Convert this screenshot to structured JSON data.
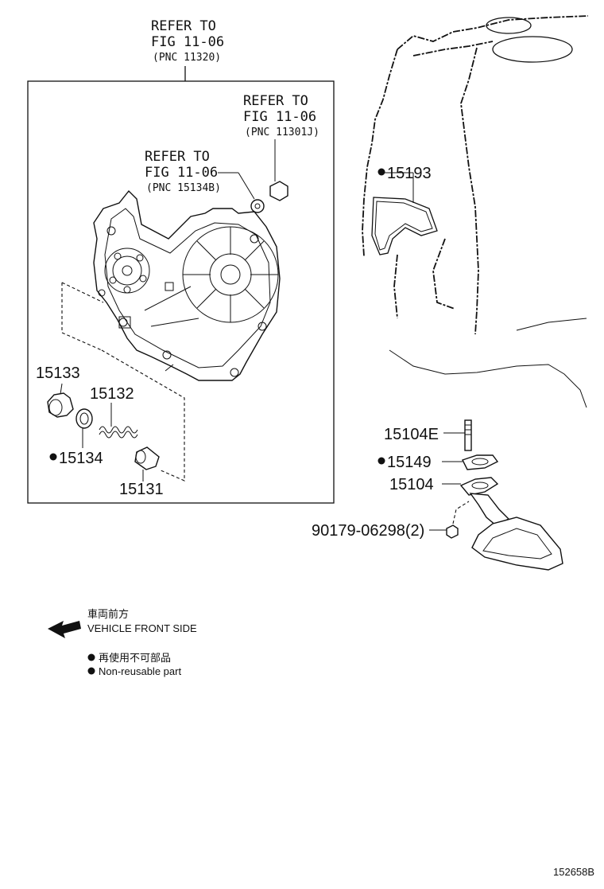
{
  "refs": [
    {
      "line1": "REFER TO",
      "line2": "FIG 11-06",
      "pnc": "(PNC 11320)"
    },
    {
      "line1": "REFER TO",
      "line2": "FIG 11-06",
      "pnc": "(PNC 11301J)"
    },
    {
      "line1": "REFER TO",
      "line2": "FIG 11-06",
      "pnc": "(PNC 15134B)"
    }
  ],
  "parts": {
    "p15133": "15133",
    "p15132": "15132",
    "p15134": "15134",
    "p15131": "15131",
    "p15193": "15193",
    "p15104E": "15104E",
    "p15149": "15149",
    "p15104": "15104",
    "p90179": "90179-06298(2)"
  },
  "legend": {
    "front_jp": "車両前方",
    "front_en": "VEHICLE FRONT SIDE",
    "nonreuse_jp": "再使用不可部品",
    "nonreuse_en": "Non-reusable part"
  },
  "figure_id": "152658B"
}
